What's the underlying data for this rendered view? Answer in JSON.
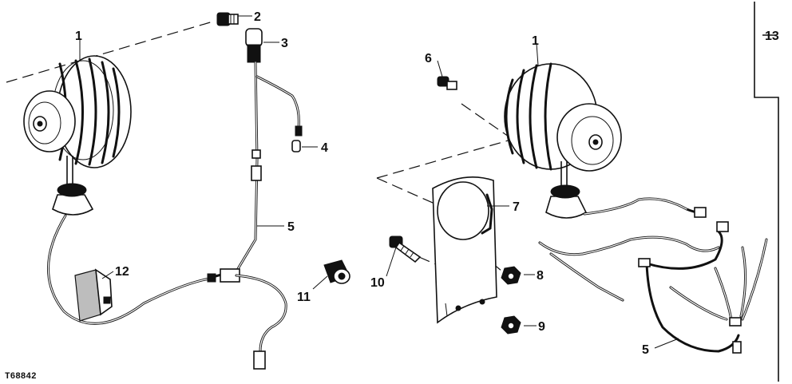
{
  "figure": {
    "id": "T68842",
    "callouts": [
      {
        "key": "c1a",
        "text": "1"
      },
      {
        "key": "c2",
        "text": "2"
      },
      {
        "key": "c3",
        "text": "3"
      },
      {
        "key": "c4",
        "text": "4"
      },
      {
        "key": "c5a",
        "text": "5"
      },
      {
        "key": "c12",
        "text": "12"
      },
      {
        "key": "c11",
        "text": "11"
      },
      {
        "key": "c6",
        "text": "6"
      },
      {
        "key": "c1b",
        "text": "1"
      },
      {
        "key": "c13",
        "text": "13"
      },
      {
        "key": "c7",
        "text": "7"
      },
      {
        "key": "c8",
        "text": "8"
      },
      {
        "key": "c10",
        "text": "10"
      },
      {
        "key": "c9",
        "text": "9"
      },
      {
        "key": "c5b",
        "text": "5"
      }
    ]
  }
}
